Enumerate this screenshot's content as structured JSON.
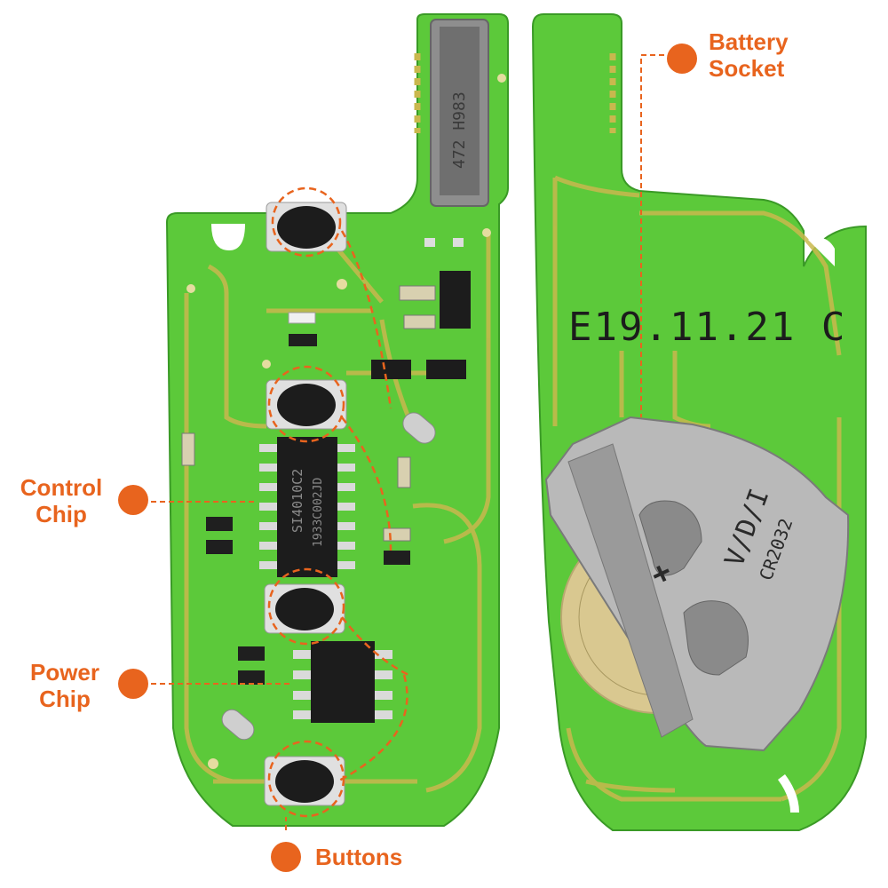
{
  "colors": {
    "pcb_green": "#5cc93a",
    "pcb_dark_green": "#3fa52a",
    "trace_gold": "#c9b84e",
    "callout_orange": "#e8641e",
    "chip_black": "#1c1c1c",
    "metal": "#b9b9b9"
  },
  "callouts": {
    "battery_socket": {
      "line1": "Battery",
      "line2": "Socket"
    },
    "control_chip": {
      "line1": "Control",
      "line2": "Chip"
    },
    "power_chip": {
      "line1": "Power",
      "line2": "Chip"
    },
    "buttons": {
      "line1": "Buttons"
    }
  },
  "board_markings": {
    "date_code": "E19.11.21 C",
    "connector_code": "472 H983",
    "control_chip_line1": "SI4010C2",
    "control_chip_line2": "1933C002JD",
    "battery_marking_1": "V/D/I",
    "battery_marking_2": "CR2032",
    "polarity": "+"
  }
}
